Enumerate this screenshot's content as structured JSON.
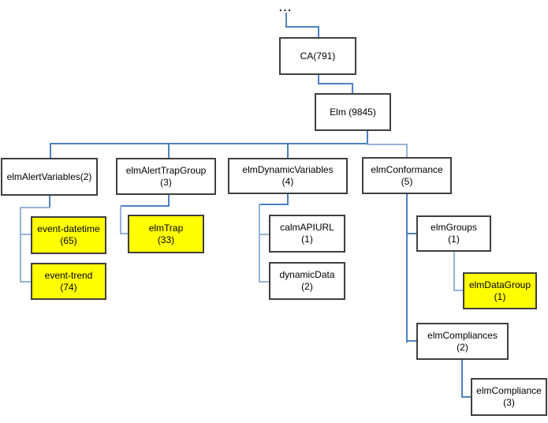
{
  "diagram": {
    "type": "tree",
    "ellipsis": "...",
    "colors": {
      "background": "#ffffff",
      "node_fill": "#ffffff",
      "node_border": "#3f3f3f",
      "text": "#000000",
      "highlight_fill": "#ffff00",
      "connector": "#4f81bd",
      "connector_light": "#95b3d7"
    },
    "nodes": [
      {
        "id": "ca",
        "label": "CA(791)",
        "highlighted": false
      },
      {
        "id": "elm",
        "label": "Elm (9845)",
        "highlighted": false
      },
      {
        "id": "elmAlertVariables",
        "label": "elmAlertVariables(2)",
        "highlighted": false
      },
      {
        "id": "elmAlertTrapGroup",
        "label": "elmAlertTrapGroup\n(3)",
        "highlighted": false
      },
      {
        "id": "elmDynamicVariables",
        "label": "elmDynamicVariables\n(4)",
        "highlighted": false
      },
      {
        "id": "elmConformance",
        "label": "elmConformance\n(5)",
        "highlighted": false
      },
      {
        "id": "event-datetime",
        "label": "event-datetime\n(65)",
        "highlighted": true
      },
      {
        "id": "event-trend",
        "label": "event-trend\n(74)",
        "highlighted": true
      },
      {
        "id": "elmTrap",
        "label": "elmTrap\n(33)",
        "highlighted": true
      },
      {
        "id": "calmAPIURL",
        "label": "calmAPIURL\n(1)",
        "highlighted": false
      },
      {
        "id": "dynamicData",
        "label": "dynamicData\n(2)",
        "highlighted": false
      },
      {
        "id": "elmGroups",
        "label": "elmGroups\n(1)",
        "highlighted": false
      },
      {
        "id": "elmDataGroup",
        "label": "elmDataGroup\n(1)",
        "highlighted": true
      },
      {
        "id": "elmCompliances",
        "label": "elmCompliances\n(2)",
        "highlighted": false
      },
      {
        "id": "elmCompliance",
        "label": "elmCompliance\n(3)",
        "highlighted": false
      }
    ]
  }
}
